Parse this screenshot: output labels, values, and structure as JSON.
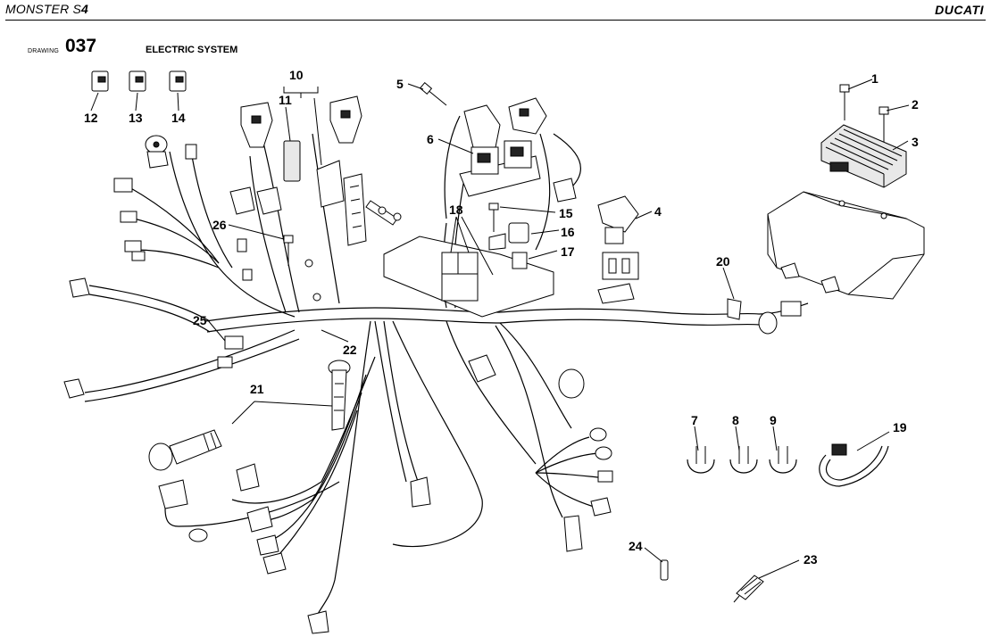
{
  "header": {
    "model_prefix": "MONSTER S",
    "model_suffix": "4",
    "brand": "DUCATI"
  },
  "drawing": {
    "label": "DRAWING",
    "number": "037",
    "title": "ELECTRIC SYSTEM"
  },
  "callouts": {
    "c1": "1",
    "c2": "2",
    "c3": "3",
    "c4": "4",
    "c5": "5",
    "c6": "6",
    "c7": "7",
    "c8": "8",
    "c9": "9",
    "c10": "10",
    "c11": "11",
    "c12": "12",
    "c13": "13",
    "c14": "14",
    "c15": "15",
    "c16": "16",
    "c17": "17",
    "c18": "18",
    "c19": "19",
    "c20": "20",
    "c21": "21",
    "c22": "22",
    "c23": "23",
    "c24": "24",
    "c25": "25",
    "c26": "26"
  }
}
